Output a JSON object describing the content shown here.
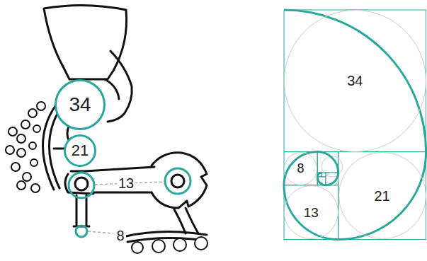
{
  "diagram": {
    "nodes": [
      {
        "text": [
          "34"
        ]
      },
      {
        "text": [
          "21"
        ]
      },
      {
        "text": [
          "34"
        ]
      },
      {
        "text": [
          "8"
        ]
      },
      {
        "text": [
          "13"
        ]
      },
      {
        "text": [
          "21"
        ]
      }
    ],
    "labels": [
      "13",
      "8"
    ]
  }
}
